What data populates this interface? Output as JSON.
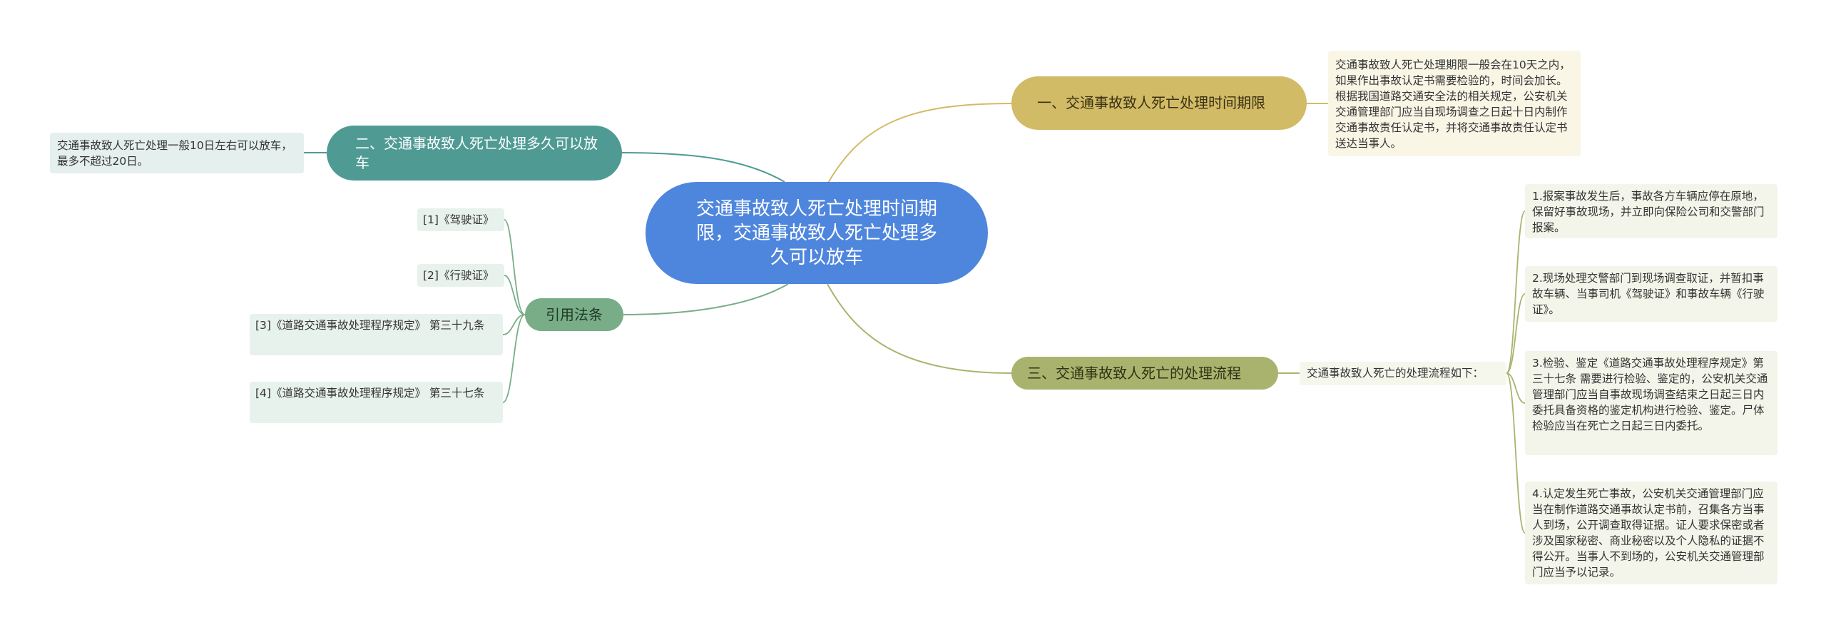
{
  "root": {
    "title": "交通事故致人死亡处理时间期限，交通事故致人死亡处理多久可以放车"
  },
  "branches": {
    "b1": {
      "label": "一、交通事故致人死亡处理时间期限",
      "detail": "交通事故致人死亡处理期限一般会在10天之内，如果作出事故认定书需要检验的，时间会加长。根据我国道路交通安全法的相关规定，公安机关交通管理部门应当自现场调查之日起十日内制作交通事故责任认定书，并将交通事故责任认定书送达当事人。"
    },
    "b2": {
      "label": "二、交通事故致人死亡处理多久可以放车",
      "detail": "交通事故致人死亡处理一般10日左右可以放车，最多不超过20日。"
    },
    "b3": {
      "label": "三、交通事故致人死亡的处理流程",
      "intro": "交通事故致人死亡的处理流程如下：",
      "steps": [
        "1.报案事故发生后，事故各方车辆应停在原地，保留好事故现场，并立即向保险公司和交警部门报案。",
        "2.现场处理交警部门到现场调查取证，并暂扣事故车辆、当事司机《驾驶证》和事故车辆《行驶证》。",
        "3.检验、鉴定《道路交通事故处理程序规定》第三十七条 需要进行检验、鉴定的，公安机关交通管理部门应当自事故现场调查结束之日起三日内委托具备资格的鉴定机构进行检验、鉴定。尸体检验应当在死亡之日起三日内委托。",
        "4.认定发生死亡事故，公安机关交通管理部门应当在制作道路交通事故认定书前，召集各方当事人到场，公开调查取得证据。证人要求保密或者涉及国家秘密、商业秘密以及个人隐私的证据不得公开。当事人不到场的，公安机关交通管理部门应当予以记录。"
      ]
    },
    "b4": {
      "label": "引用法条",
      "items": [
        "[1]《驾驶证》",
        "[2]《行驶证》",
        "[3]《道路交通事故处理程序规定》 第三十九条",
        "[4]《道路交通事故处理程序规定》 第三十七条"
      ]
    }
  },
  "colors": {
    "root": "#4f86dd",
    "branch1": "#d2bb66",
    "branch2": "#4f9b94",
    "branch3": "#aab36e",
    "branch4": "#79ad88"
  }
}
